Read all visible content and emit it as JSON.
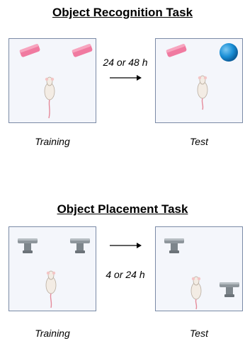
{
  "sections": [
    {
      "title": "Object Recognition Task",
      "delay": "24 or 48 h",
      "left_label": "Training",
      "right_label": "Test"
    },
    {
      "title": "Object Placement Task",
      "delay": "4 or 24  h",
      "left_label": "Training",
      "right_label": "Test"
    }
  ],
  "colors": {
    "arena_fill": "#f4f6fb",
    "arena_border": "#7a8aa6",
    "eraser": "#f07aa0",
    "ball": "#1a8fd6",
    "tee": "#8e969c"
  }
}
